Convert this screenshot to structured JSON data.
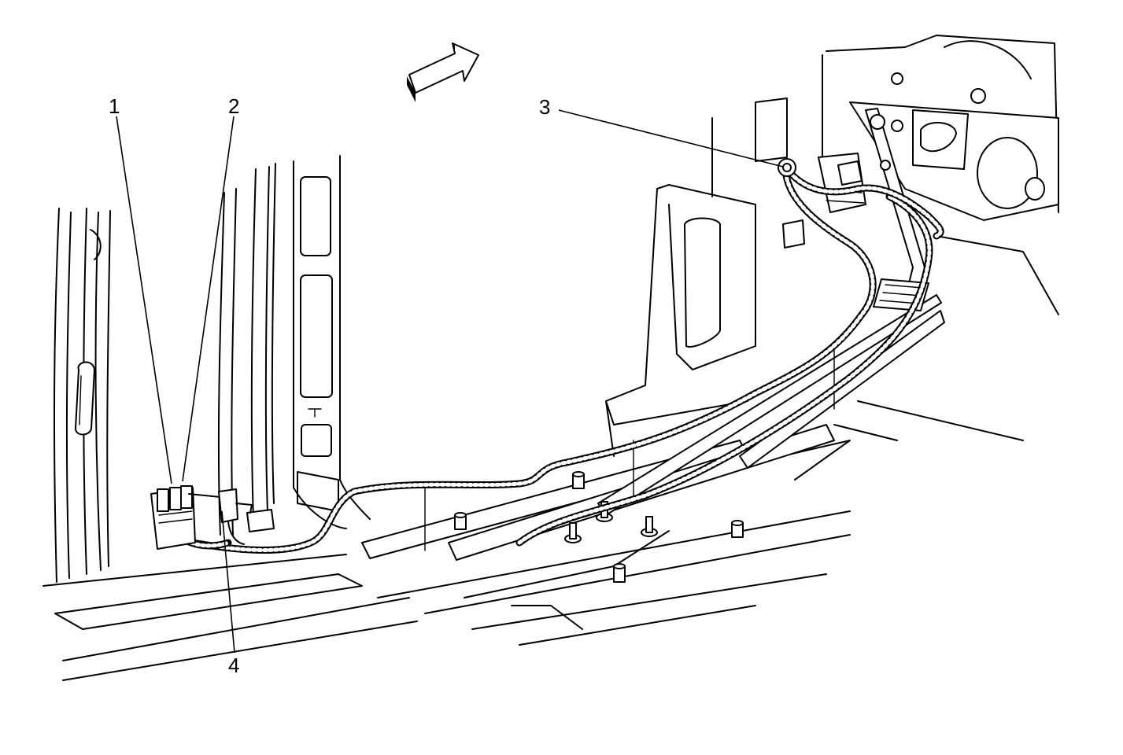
{
  "diagram": {
    "callouts": [
      {
        "id": "1",
        "label": "1"
      },
      {
        "id": "2",
        "label": "2"
      },
      {
        "id": "3",
        "label": "3"
      },
      {
        "id": "4",
        "label": "4"
      }
    ],
    "direction_arrow_icon": "front-direction-arrow-icon",
    "colors": {
      "line": "#000000",
      "background": "#ffffff"
    }
  }
}
